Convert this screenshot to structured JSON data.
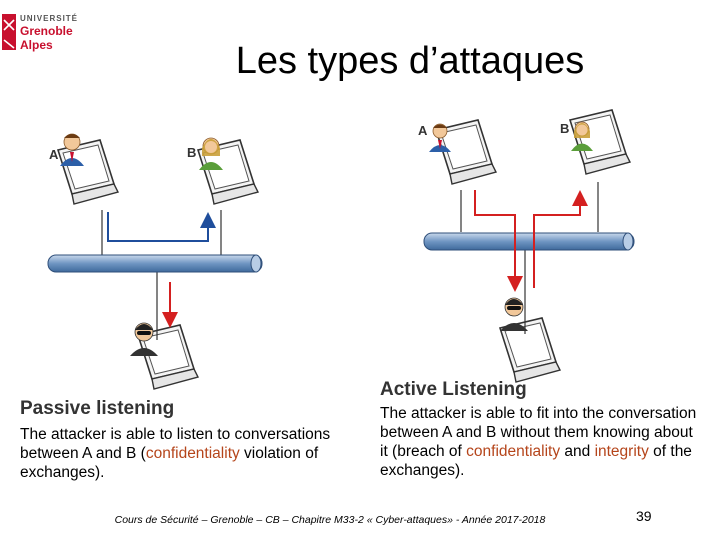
{
  "logo": {
    "line1": "UNIVERSITÉ",
    "line2": "Grenoble",
    "line3": "Alpes"
  },
  "title": "Les types d’attaques",
  "diagram_left": {
    "label_a": "A",
    "label_b": "B"
  },
  "diagram_right": {
    "label_a": "A",
    "label_b": "B"
  },
  "passive": {
    "heading": "Passive listening",
    "text_1": "The attacker is able to listen to conversations between A and B (",
    "keyword": "confidentiality",
    "text_2": " violation of exchanges)."
  },
  "active": {
    "heading": "Active Listening",
    "text_1": "The attacker is able to fit into the conversation between A and B without them knowing about it (breach of ",
    "keyword_1": "confidentiality",
    "text_2": " and ",
    "keyword_2": "integrity",
    "text_3": " of the exchanges)."
  },
  "footer": "Cours de Sécurité – Grenoble – CB – Chapitre M33-2 « Cyber-attaques» - Année 2017-2018",
  "page_number": "39",
  "colors": {
    "accent_red": "#c8102e",
    "keyword": "#b5451b",
    "arrow_blue": "#1f4e9c",
    "arrow_red": "#d42020",
    "bus": "#5d87b8"
  }
}
